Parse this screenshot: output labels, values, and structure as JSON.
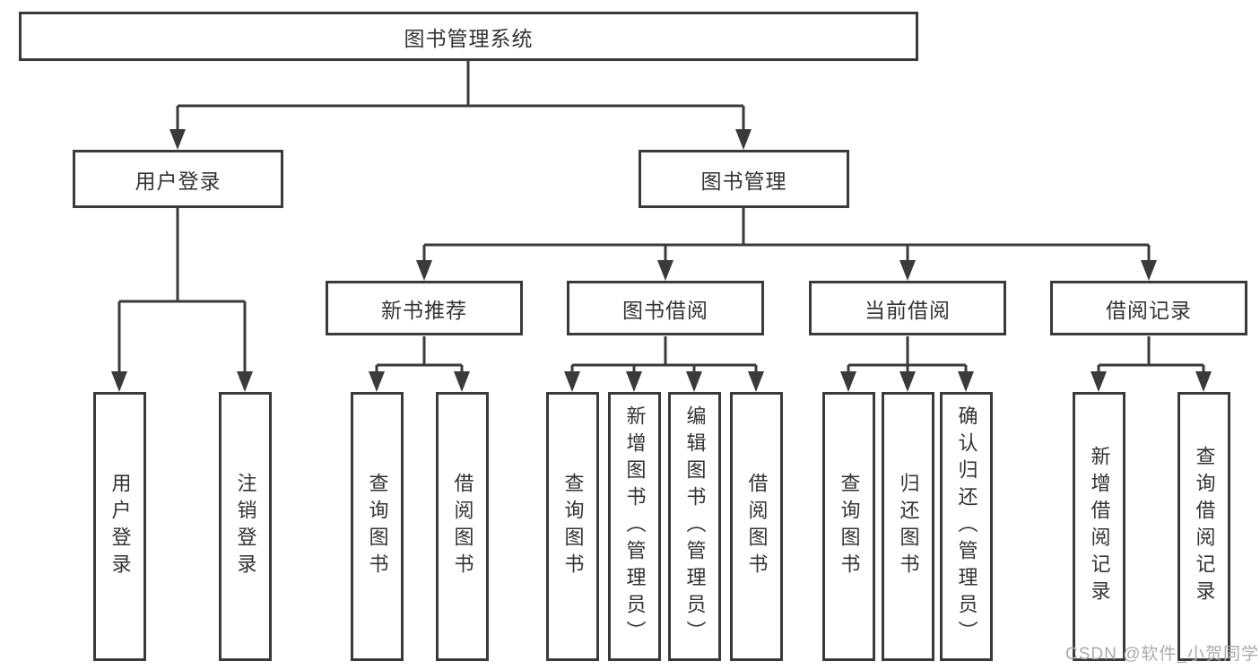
{
  "diagram": {
    "root": {
      "label": "图书管理系统"
    },
    "level2": [
      {
        "label": "用户登录"
      },
      {
        "label": "图书管理"
      }
    ],
    "level3": [
      {
        "label": "新书推荐",
        "parent": "图书管理"
      },
      {
        "label": "图书借阅",
        "parent": "图书管理"
      },
      {
        "label": "当前借阅",
        "parent": "图书管理"
      },
      {
        "label": "借阅记录",
        "parent": "图书管理"
      }
    ],
    "leaves": [
      {
        "label": "用户登录",
        "parent": "用户登录"
      },
      {
        "label": "注销登录",
        "parent": "用户登录"
      },
      {
        "label": "查询图书",
        "parent": "新书推荐"
      },
      {
        "label": "借阅图书",
        "parent": "新书推荐"
      },
      {
        "label": "查询图书",
        "parent": "图书借阅"
      },
      {
        "label": "新增图书（管理员）",
        "parent": "图书借阅"
      },
      {
        "label": "编辑图书（管理员）",
        "parent": "图书借阅"
      },
      {
        "label": "借阅图书",
        "parent": "图书借阅"
      },
      {
        "label": "查询图书",
        "parent": "当前借阅"
      },
      {
        "label": "归还图书",
        "parent": "当前借阅"
      },
      {
        "label": "确认归还（管理员）",
        "parent": "当前借阅"
      },
      {
        "label": "新增借阅记录",
        "parent": "借阅记录"
      },
      {
        "label": "查询借阅记录",
        "parent": "借阅记录"
      }
    ]
  },
  "watermark": {
    "text": "CSDN @软件_小贺同学",
    "color": "#ababab"
  },
  "colors": {
    "line": "#3a3a3a",
    "box_border": "#3a3a3a",
    "box_background": "#ffffff",
    "text": "#333333",
    "page_background": "#ffffff"
  }
}
